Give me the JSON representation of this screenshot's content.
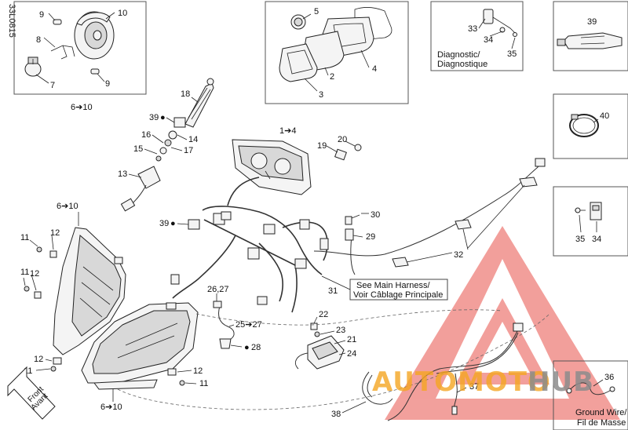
{
  "diagram": {
    "drawing_code": "33L0815",
    "callouts": {
      "c1to4": "1➔4",
      "c2": "2",
      "c3": "3",
      "c4": "4",
      "c5": "5",
      "c6to10_top": "6➔10",
      "c6to10_mid": "6➔10",
      "c6to10_bottom": "6➔10",
      "c7": "7",
      "c8": "8",
      "c9a": "9",
      "c9b": "9",
      "c10": "10",
      "c11a": "11",
      "c11b": "11",
      "c11c": "11",
      "c11d": "11",
      "c12a": "12",
      "c12b": "12",
      "c12c": "12",
      "c12d": "12",
      "c13": "13",
      "c14": "14",
      "c15": "15",
      "c16": "16",
      "c17": "17",
      "c18": "18",
      "c19": "19",
      "c20": "20",
      "c21": "21",
      "c22": "22",
      "c23": "23",
      "c24": "24",
      "c25to27": "25➔27",
      "c26_27": "26,27",
      "c28": "28",
      "c29": "29",
      "c30": "30",
      "c31": "31",
      "c32": "32",
      "c33": "33",
      "c34a": "34",
      "c34b": "34",
      "c35a": "35",
      "c35b": "35",
      "c36": "36",
      "c37": "37",
      "c38": "38",
      "c39a": "39",
      "c39b": "39",
      "c39c": "39",
      "c40": "40"
    },
    "diagnostic_label_1": "Diagnostic/",
    "diagnostic_label_2": "Diagnostique",
    "main_harness_label_1": "See Main Harness/",
    "main_harness_label_2": "Voir Câblage Principale",
    "ground_wire_label_1": "Ground Wire/",
    "ground_wire_label_2": "Fil de Masse",
    "front_label_1": "Front",
    "front_label_2": "Avant",
    "watermark": {
      "text_orange": "AUTOMOTO",
      "text_grey": "HUB",
      "color_red": "#e8524a",
      "color_orange": "#f5a623",
      "color_grey": "#8c8c8c"
    }
  }
}
